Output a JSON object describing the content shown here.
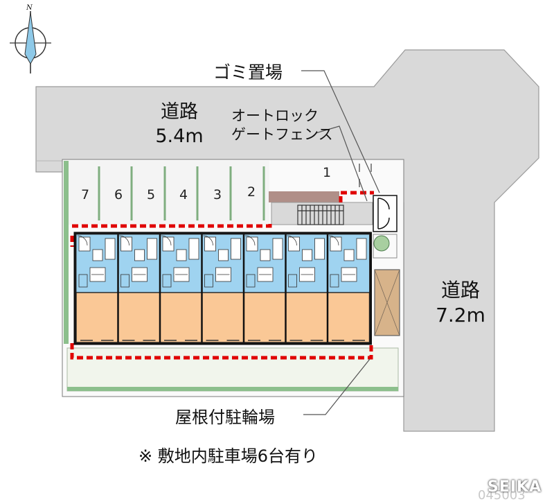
{
  "compass": {
    "north_label": "N",
    "icon": "north-arrow-icon"
  },
  "roads": {
    "west": {
      "name": "道路",
      "width": "5.4m"
    },
    "east": {
      "name": "道路",
      "width": "7.2m"
    }
  },
  "labels": {
    "garbage": "ゴミ置場",
    "autolock_line1": "オートロック",
    "autolock_line2": "ゲートフェンス",
    "bicycle": "屋根付駐輪場",
    "parking_note": "※ 敷地内駐車場6台有り"
  },
  "parking_spaces": [
    "1",
    "2",
    "3",
    "4",
    "5",
    "6",
    "7"
  ],
  "unit_count": 7,
  "watermark": {
    "brand": "SEIKA",
    "code": "045003"
  },
  "colors": {
    "road": "#d8d8d8",
    "road_outline": "#9a9a9a",
    "unit_room": "#fac896",
    "unit_wet": "#9fd3f0",
    "parking_border": "#e00000",
    "lot_green": "#8cbf8c",
    "lawn": "#f2f6ee"
  }
}
